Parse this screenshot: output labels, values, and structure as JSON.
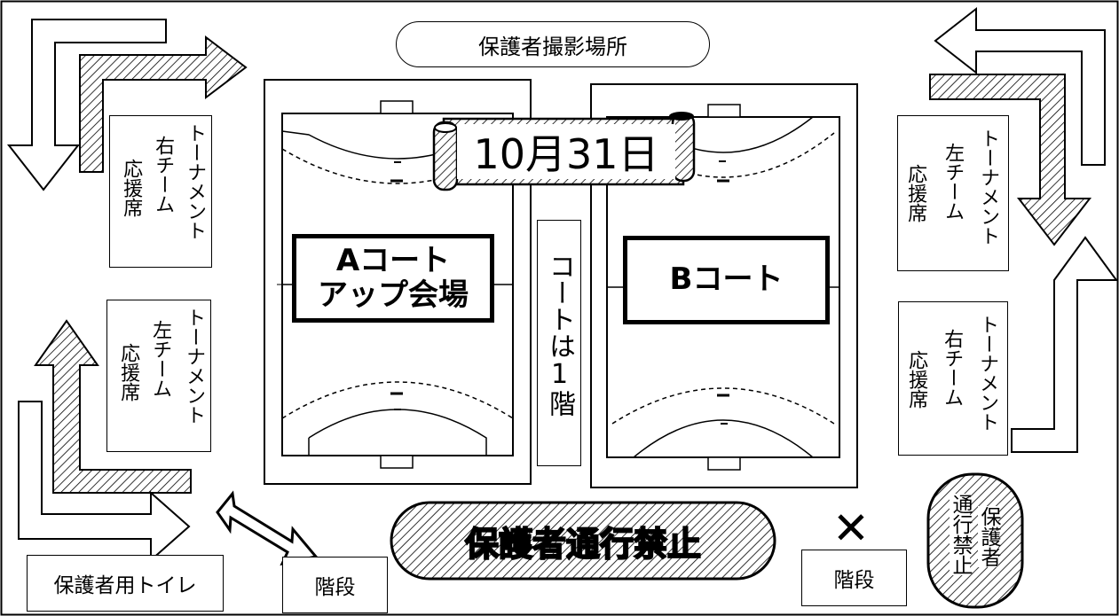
{
  "header": {
    "photo_area": "保護者撮影場所"
  },
  "date_banner": "10月31日",
  "courts": {
    "a": {
      "line1": "Aコート",
      "line2": "アップ会場"
    },
    "b": {
      "label": "Bコート"
    },
    "floor_note": "コートは1階"
  },
  "seats": {
    "upper_left": {
      "line1": "トーナメント",
      "line2": "右チーム",
      "line3": "応援席"
    },
    "lower_left": {
      "line1": "トーナメント",
      "line2": "左チーム",
      "line3": "応援席"
    },
    "upper_right": {
      "line1": "トーナメント",
      "line2": "左チーム",
      "line3": "応援席"
    },
    "lower_right": {
      "line1": "トーナメント",
      "line2": "右チーム",
      "line3": "応援席"
    }
  },
  "bottom": {
    "toilet": "保護者用トイレ",
    "stairs_left": "階段",
    "stairs_right": "階段",
    "no_passage_banner": "保護者通行禁止",
    "no_passage_oval": {
      "line1": "保護者",
      "line2": "通行禁止"
    },
    "cross_mark": "✕"
  },
  "colors": {
    "ink": "#000000",
    "paper": "#ffffff"
  }
}
